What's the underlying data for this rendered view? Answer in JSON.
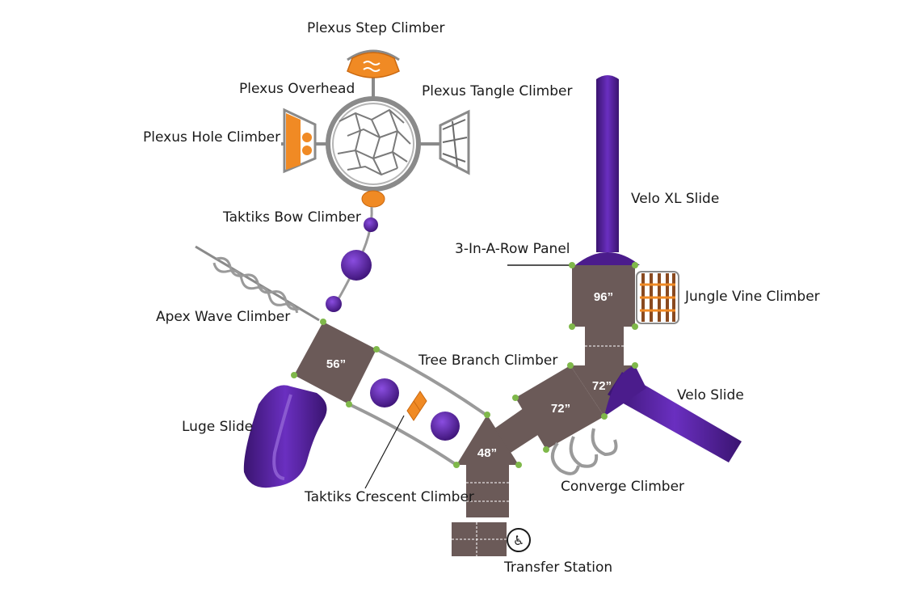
{
  "labels": {
    "plexus_step_climber": "Plexus Step Climber",
    "plexus_overhead": "Plexus Overhead",
    "plexus_tangle_climber": "Plexus Tangle Climber",
    "plexus_hole_climber": "Plexus Hole Climber",
    "velo_xl_slide": "Velo XL Slide",
    "taktiks_bow_climber": "Taktiks Bow Climber",
    "three_in_a_row_panel": "3-In-A-Row Panel",
    "jungle_vine_climber": "Jungle Vine Climber",
    "apex_wave_climber": "Apex Wave Climber",
    "tree_branch_climber": "Tree Branch Climber",
    "velo_slide": "Velo Slide",
    "luge_slide": "Luge Slide",
    "converge_climber": "Converge Climber",
    "taktiks_crescent_climber": "Taktiks Crescent Climber",
    "transfer_station": "Transfer Station"
  },
  "decks": {
    "deck_56": "56”",
    "deck_48": "48”",
    "deck_72_a": "72”",
    "deck_72_b": "72”",
    "deck_96": "96”"
  },
  "colors": {
    "deck": "#6b5a58",
    "slide_purple": "#4b1c8c",
    "climber_orange": "#f08a24",
    "frame_gray": "#9a9a9a",
    "post_green": "#7fb84a"
  },
  "icons": {
    "accessibility": "wheelchair-icon"
  }
}
